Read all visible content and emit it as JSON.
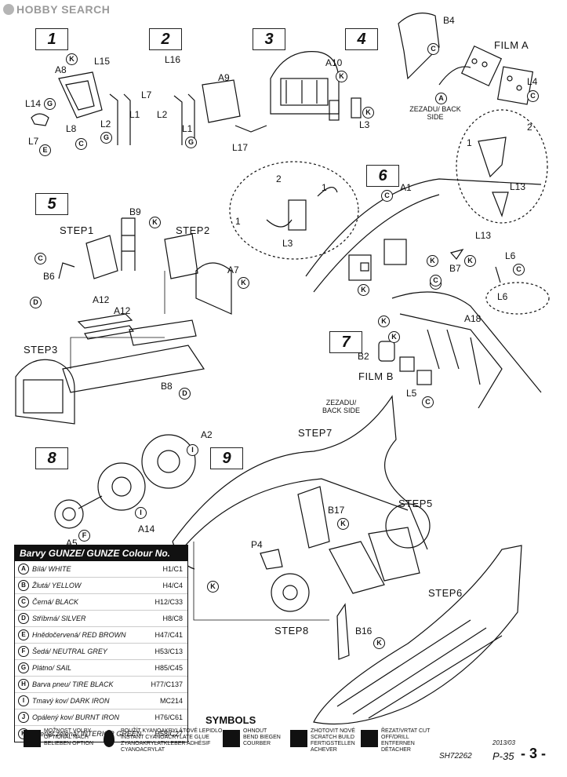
{
  "watermark": "HOBBY SEARCH",
  "steps": [
    "1",
    "2",
    "3",
    "4",
    "5",
    "6",
    "7",
    "8",
    "9"
  ],
  "labels": {
    "s1": [
      "A8",
      "L15",
      "L14",
      "L8",
      "L2",
      "L1",
      "L7",
      "E",
      "C",
      "G",
      "K",
      "G"
    ],
    "s2": [
      "L16",
      "L7",
      "A9",
      "L2",
      "L1",
      "L17",
      "G"
    ],
    "s3": [
      "A10",
      "L3",
      "K",
      "K"
    ],
    "s3b": [
      "2",
      "1",
      "1",
      "L3"
    ],
    "s4": [
      "B4",
      "FILM A",
      "L4",
      "C",
      "C",
      "A"
    ],
    "s4_note": "ZEZADU/ BACK SIDE",
    "s5": [
      "STEP1",
      "STEP2",
      "B9",
      "A7",
      "B6",
      "A12",
      "A12",
      "STEP3",
      "B8",
      "C",
      "D",
      "K",
      "K",
      "D"
    ],
    "s6": [
      "A1",
      "L13",
      "L13",
      "L6",
      "B7",
      "L6",
      "C",
      "C",
      "C",
      "K",
      "K",
      "K"
    ],
    "s6b": [
      "1",
      "2"
    ],
    "s7": [
      "A18",
      "B2",
      "FILM B",
      "L5",
      "K",
      "K",
      "C",
      "C"
    ],
    "s7_note": "ZEZADU/ BACK SIDE",
    "s8": [
      "A2",
      "A14",
      "A5",
      "I",
      "I",
      "F"
    ],
    "s9": [
      "STEP7",
      "B17",
      "STEP5",
      "P4",
      "STEP8",
      "B16",
      "STEP6",
      "K",
      "K",
      "K"
    ]
  },
  "colour_table": {
    "title": "Barvy GUNZE/ GUNZE Colour No.",
    "rows": [
      {
        "code": "A",
        "name": "Bílá/ WHITE",
        "value": "H1/C1"
      },
      {
        "code": "B",
        "name": "Žlutá/ YELLOW",
        "value": "H4/C4"
      },
      {
        "code": "C",
        "name": "Černá/ BLACK",
        "value": "H12/C33"
      },
      {
        "code": "D",
        "name": "Stříbrná/ SILVER",
        "value": "H8/C8"
      },
      {
        "code": "E",
        "name": "Hnědočervená/ RED BROWN",
        "value": "H47/C41"
      },
      {
        "code": "F",
        "name": "Šedá/ NEUTRAL GREY",
        "value": "H53/C13"
      },
      {
        "code": "G",
        "name": "Plátno/ SAIL",
        "value": "H85/C45"
      },
      {
        "code": "H",
        "name": "Barva pneu/ TIRE BLACK",
        "value": "H77/C137"
      },
      {
        "code": "I",
        "name": "Tmavý kov/ DARK IRON",
        "value": "MC214"
      },
      {
        "code": "J",
        "name": "Opálený kov/ BURNT IRON",
        "value": "H76/C61"
      },
      {
        "code": "K",
        "name": "Interiér.zelená/ INTERIOR GREEN",
        "value": "H58/C27"
      }
    ]
  },
  "symbols": {
    "title": "SYMBOLS",
    "items": [
      {
        "icon": "optional-icon",
        "text": "MOŽNOST VOLBY OPTIONAL NACH BELIEBEN OPTION"
      },
      {
        "icon": "glue-drop-icon",
        "text": "POUŽÍT KYANOAKRYLÁTOVÉ LEPIDLO INSTANT CYANOACRYLATE GLUE ZYANOAKRYLATKLEBER ADHÉSIF CYANOACRYLAT"
      },
      {
        "icon": "bend-icon",
        "text": "OHNOUT BEND BIEGEN COURBER"
      },
      {
        "icon": "scratch-build-icon",
        "text": "ZHOTOVIT NOVÉ SCRATCH BUILD FERTIGSTELLEN ACHEVER"
      },
      {
        "icon": "cut-off-icon",
        "text": "ŘEZAT/VRTAT CUT OFF/DRILL ENTFERNEN DÉTACHER"
      }
    ]
  },
  "footer": {
    "code": "SH72262",
    "date": "2013/03",
    "model": "P-35",
    "page": "- 3 -"
  }
}
